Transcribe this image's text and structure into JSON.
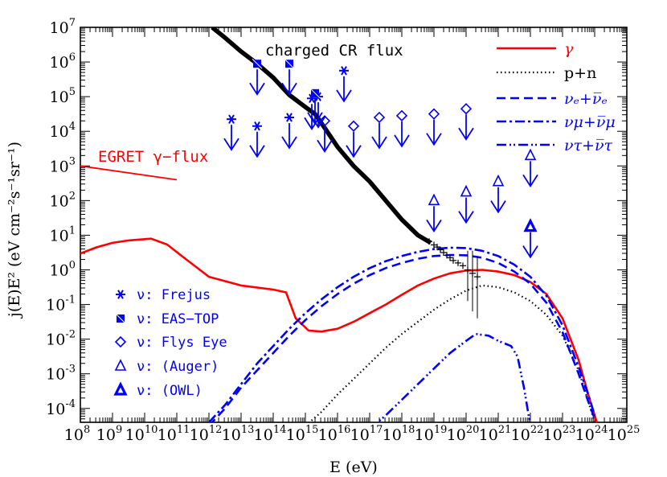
{
  "chart_data": {
    "type": "line",
    "xlabel": "E (eV)",
    "ylabel": "j(E)E² (eV cm⁻²s⁻¹sr⁻¹)",
    "x_log10_range": [
      8,
      25
    ],
    "y_log10_range": [
      -4.4,
      7
    ],
    "x_ticks": [
      "10^8",
      "10^9",
      "10^10",
      "10^11",
      "10^12",
      "10^13",
      "10^14",
      "10^15",
      "10^16",
      "10^17",
      "10^18",
      "10^19",
      "10^20",
      "10^21",
      "10^22",
      "10^23",
      "10^24",
      "10^25"
    ],
    "y_ticks": [
      "10^-4",
      "10^-3",
      "10^-2",
      "10^-1",
      "10^0",
      "10^1",
      "10^2",
      "10^3",
      "10^4",
      "10^5",
      "10^6",
      "10^7"
    ],
    "annotations": {
      "charged_cr": "charged CR flux",
      "egret": "EGRET γ−flux"
    },
    "legend": {
      "gamma": "γ",
      "pn": "p+n",
      "nue": "νₑ+ν̅ₑ",
      "numu": "νμ+ν̅μ",
      "nutau": "ντ+ν̅τ"
    },
    "limit_legend": {
      "frejus": "ν: Frejus",
      "eastop": "ν: EAS−TOP",
      "flyseye": "ν: Flys Eye",
      "auger": "ν: (Auger)",
      "owl": "ν: (OWL)"
    },
    "colors": {
      "gamma": "#ff0000",
      "nu": "#0000ff",
      "cr": "#000000",
      "pn": "#000000"
    },
    "series": [
      {
        "key": "gamma",
        "style": "solid-red",
        "x": [
          8.0,
          8.5,
          9.0,
          9.5,
          10.2,
          10.7,
          11.2,
          12.0,
          13.0,
          14.0,
          14.4,
          14.7,
          15.1,
          15.5,
          16.0,
          16.5,
          17.0,
          17.5,
          18.0,
          18.5,
          19.0,
          19.5,
          20.0,
          20.5,
          21.0,
          21.5,
          22.0,
          22.5,
          23.0,
          23.5,
          23.8,
          24.0,
          24.1
        ],
        "y": [
          0.47,
          0.65,
          0.78,
          0.85,
          0.9,
          0.73,
          0.37,
          -0.2,
          -0.45,
          -0.57,
          -0.65,
          -1.4,
          -1.75,
          -1.78,
          -1.7,
          -1.5,
          -1.25,
          -1.0,
          -0.72,
          -0.45,
          -0.25,
          -0.1,
          -0.02,
          0.0,
          -0.05,
          -0.15,
          -0.35,
          -0.7,
          -1.4,
          -2.6,
          -3.6,
          -4.2,
          -4.5
        ]
      },
      {
        "key": "pn",
        "style": "dotted-black",
        "x": [
          15.0,
          15.5,
          16.0,
          16.5,
          17.0,
          17.5,
          18.0,
          18.5,
          19.0,
          19.5,
          20.0,
          20.5,
          21.0,
          21.5,
          22.0,
          22.5,
          23.0,
          23.5,
          23.8,
          24.0
        ],
        "y": [
          -4.5,
          -4.1,
          -3.6,
          -3.15,
          -2.7,
          -2.25,
          -1.85,
          -1.5,
          -1.15,
          -0.85,
          -0.6,
          -0.45,
          -0.5,
          -0.65,
          -0.9,
          -1.3,
          -1.9,
          -2.9,
          -3.8,
          -4.4
        ]
      },
      {
        "key": "nue",
        "style": "dashed-blue",
        "x": [
          12.0,
          12.5,
          13.0,
          13.5,
          14.0,
          14.5,
          15.0,
          15.5,
          16.0,
          16.5,
          17.0,
          17.5,
          18.0,
          18.5,
          19.0,
          19.5,
          20.0,
          20.5,
          21.0,
          21.5,
          22.0,
          22.5,
          23.0,
          23.5,
          23.8,
          24.0
        ],
        "y": [
          -4.5,
          -4.0,
          -3.4,
          -2.9,
          -2.4,
          -1.9,
          -1.45,
          -1.05,
          -0.7,
          -0.4,
          -0.15,
          0.05,
          0.2,
          0.32,
          0.4,
          0.43,
          0.42,
          0.35,
          0.2,
          -0.05,
          -0.4,
          -0.95,
          -1.8,
          -3.0,
          -3.8,
          -4.3
        ]
      },
      {
        "key": "numu",
        "style": "dashdot-blue",
        "x": [
          12.0,
          12.5,
          13.0,
          13.5,
          14.0,
          14.5,
          15.0,
          15.5,
          16.0,
          16.5,
          17.0,
          17.5,
          18.0,
          18.5,
          19.0,
          19.5,
          20.0,
          20.5,
          21.0,
          21.5,
          22.0,
          22.5,
          23.0,
          23.5,
          23.8,
          24.0
        ],
        "y": [
          -4.4,
          -3.9,
          -3.3,
          -2.7,
          -2.2,
          -1.7,
          -1.25,
          -0.85,
          -0.5,
          -0.2,
          0.05,
          0.25,
          0.4,
          0.52,
          0.6,
          0.64,
          0.63,
          0.55,
          0.4,
          0.15,
          -0.2,
          -0.75,
          -1.6,
          -2.8,
          -3.6,
          -4.2
        ]
      },
      {
        "key": "nutau",
        "style": "dashdotdot-blue",
        "x": [
          17.0,
          17.5,
          18.0,
          18.5,
          19.0,
          19.5,
          20.0,
          20.3,
          20.7,
          21.0,
          21.4,
          21.6,
          21.8,
          22.0
        ],
        "y": [
          -4.6,
          -4.2,
          -3.75,
          -3.3,
          -2.85,
          -2.4,
          -2.05,
          -1.85,
          -1.9,
          -2.05,
          -2.2,
          -2.5,
          -3.4,
          -4.5
        ]
      },
      {
        "key": "cr",
        "style": "thick-black",
        "x": [
          12.1,
          12.5,
          13.0,
          13.5,
          14.0,
          14.5,
          15.0,
          15.3,
          15.6,
          16.0,
          16.5,
          17.0,
          17.5,
          18.0,
          18.5,
          18.9
        ],
        "y": [
          7.0,
          6.7,
          6.3,
          5.95,
          5.55,
          5.05,
          4.7,
          4.5,
          4.1,
          3.55,
          3.0,
          2.55,
          2.0,
          1.45,
          1.0,
          0.78
        ]
      },
      {
        "key": "egret",
        "style": "solid-red",
        "x": [
          8.0,
          11.0
        ],
        "y": [
          3.0,
          2.6
        ]
      }
    ],
    "limits": {
      "frejus": {
        "x": [
          12.7,
          13.5,
          14.5,
          15.2,
          15.4,
          16.2
        ],
        "y": [
          4.35,
          4.15,
          4.4,
          4.95,
          5.0,
          5.75
        ]
      },
      "eastop": {
        "x": [
          13.5,
          14.5,
          15.3
        ],
        "y": [
          5.95,
          5.95,
          5.1
        ]
      },
      "flyseye": {
        "x": [
          15.6,
          16.5,
          17.3,
          18.0,
          19.0,
          20.0
        ],
        "y": [
          4.3,
          4.15,
          4.4,
          4.45,
          4.5,
          4.65
        ]
      },
      "auger": {
        "x": [
          19.0,
          20.0,
          21.0,
          22.0
        ],
        "y": [
          2.0,
          2.25,
          2.55,
          3.3
        ]
      },
      "owl": {
        "x": [
          22.0
        ],
        "y": [
          1.25
        ]
      }
    },
    "cr_data_points": {
      "x": [
        18.85,
        19.0,
        19.1,
        19.2,
        19.3,
        19.4,
        19.5,
        19.6,
        19.75,
        19.9,
        20.05,
        20.2,
        20.35
      ],
      "y": [
        0.82,
        0.72,
        0.66,
        0.58,
        0.5,
        0.42,
        0.35,
        0.27,
        0.2,
        0.12,
        0.0,
        -0.1,
        -0.2
      ],
      "err_lo": [
        0.78,
        0.68,
        0.62,
        0.54,
        0.46,
        0.38,
        0.31,
        0.23,
        0.15,
        0.05,
        -0.9,
        -1.2,
        -1.4
      ],
      "err_hi": [
        0.86,
        0.76,
        0.7,
        0.62,
        0.54,
        0.46,
        0.39,
        0.31,
        0.25,
        0.19,
        0.55,
        0.55,
        0.4
      ]
    },
    "grid": false
  }
}
